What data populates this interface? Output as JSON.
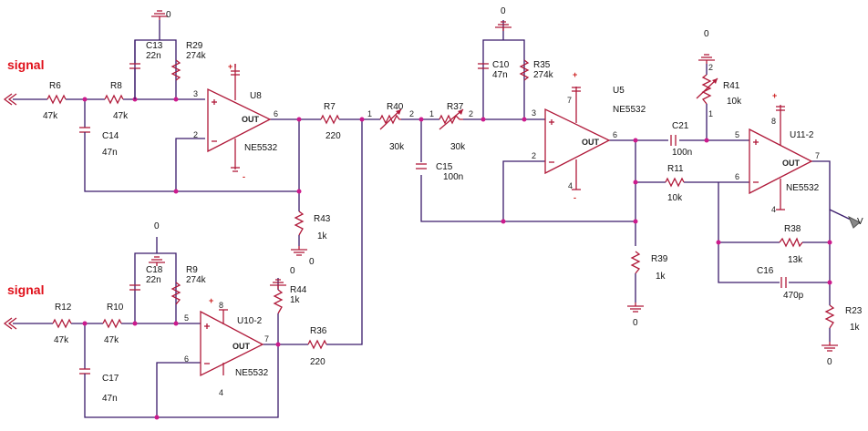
{
  "signal_labels": [
    "signal",
    "signal"
  ],
  "ground_label": "0",
  "probe_label": "V",
  "opamp_part": "NE5532",
  "opamps": [
    {
      "ref": "U8",
      "part": "NE5532",
      "pin_plus": "3",
      "pin_minus": "2",
      "pin_out": "6",
      "out": "OUT"
    },
    {
      "ref": "U10-2",
      "part": "NE5532",
      "pin_plus": "5",
      "pin_minus": "6",
      "pin_out": "7",
      "out": "OUT",
      "pin_v": "8",
      "pin_g": "4"
    },
    {
      "ref": "U5",
      "part": "NE5532",
      "pin_plus": "3",
      "pin_minus": "2",
      "pin_out": "6",
      "out": "OUT",
      "pin_v": "7",
      "pin_g": "4"
    },
    {
      "ref": "U11-2",
      "part": "NE5532",
      "pin_plus": "5",
      "pin_minus": "6",
      "pin_out": "7",
      "out": "OUT",
      "pin_v": "8",
      "pin_g": "4"
    }
  ],
  "components": {
    "R6": {
      "ref": "R6",
      "value": "47k"
    },
    "R8": {
      "ref": "R8",
      "value": "47k"
    },
    "C13": {
      "ref": "C13",
      "value": "22n"
    },
    "R29": {
      "ref": "R29",
      "value": "274k"
    },
    "C14": {
      "ref": "C14",
      "value": "47n"
    },
    "R7": {
      "ref": "R7",
      "value": "220"
    },
    "R43": {
      "ref": "R43",
      "value": "1k"
    },
    "R12": {
      "ref": "R12",
      "value": "47k"
    },
    "R10": {
      "ref": "R10",
      "value": "47k"
    },
    "C18": {
      "ref": "C18",
      "value": "22n"
    },
    "R9": {
      "ref": "R9",
      "value": "274k"
    },
    "C17": {
      "ref": "C17",
      "value": "47n"
    },
    "R44": {
      "ref": "R44",
      "value": "1k"
    },
    "R36": {
      "ref": "R36",
      "value": "220"
    },
    "R40": {
      "ref": "R40",
      "value": "30k",
      "pin1": "1",
      "pin2": "2"
    },
    "R37": {
      "ref": "R37",
      "value": "30k",
      "pin1": "1",
      "pin2": "2"
    },
    "C15": {
      "ref": "C15",
      "value": "100n"
    },
    "C10": {
      "ref": "C10",
      "value": "47n"
    },
    "R35": {
      "ref": "R35",
      "value": "274k"
    },
    "C21": {
      "ref": "C21",
      "value": "100n"
    },
    "R11": {
      "ref": "R11",
      "value": "10k"
    },
    "R39": {
      "ref": "R39",
      "value": "1k"
    },
    "R41": {
      "ref": "R41",
      "value": "10k",
      "pin1": "1",
      "pin2": "2"
    },
    "R38": {
      "ref": "R38",
      "value": "13k"
    },
    "C16": {
      "ref": "C16",
      "value": "470p"
    },
    "R23": {
      "ref": "R23",
      "value": "1k"
    }
  }
}
